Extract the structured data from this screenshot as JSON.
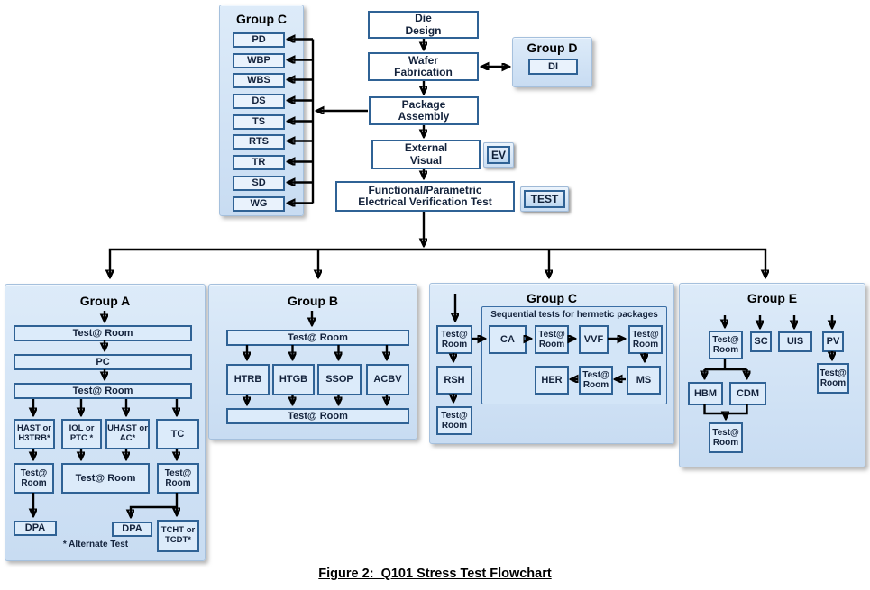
{
  "caption": "Figure 2:  Q101 Stress Test Flowchart",
  "colors": {
    "panel_fill": "#cfe2f5",
    "box_border": "#2f6295",
    "box_fill_light": "#dcebfa",
    "box_fill_white": "#ffffff",
    "arrow": "#000000",
    "text": "#13223b"
  },
  "top_group_c": {
    "title": "Group C",
    "items": [
      "PD",
      "WBP",
      "WBS",
      "DS",
      "TS",
      "RTS",
      "TR",
      "SD",
      "WG"
    ]
  },
  "main_flow": {
    "die_design": "Die\nDesign",
    "wafer_fabrication": "Wafer\nFabrication",
    "package_assembly": "Package\nAssembly",
    "external_visual": "External\nVisual",
    "electrical_test": "Functional/Parametric\nElectrical Verification Test"
  },
  "group_d": {
    "title": "Group D",
    "item": "DI"
  },
  "badges": {
    "ev": "EV",
    "test": "TEST"
  },
  "group_a": {
    "title": "Group A",
    "test_room_1": "Test@ Room",
    "pc": "PC",
    "test_room_2": "Test@ Room",
    "branches": [
      "HAST or\nH3TRB*",
      "IOL or\nPTC *",
      "UHAST or\nAC*",
      "TC"
    ],
    "test_room_left": "Test@\nRoom",
    "test_room_mid": "Test@ Room",
    "test_room_right": "Test@\nRoom",
    "dpa_left": "DPA",
    "dpa_right": "DPA",
    "tcht": "TCHT or\nTCDT*",
    "footnote": "* Alternate Test"
  },
  "group_b": {
    "title": "Group B",
    "test_room_top": "Test@ Room",
    "branches": [
      "HTRB",
      "HTGB",
      "SSOP",
      "ACBV"
    ],
    "test_room_bottom": "Test@ Room"
  },
  "group_c": {
    "title": "Group C",
    "sequential_title": "Sequential tests for hermetic packages",
    "test_room_in": "Test@\nRoom",
    "rsh": "RSH",
    "test_room_out": "Test@\nRoom",
    "ca": "CA",
    "test_room_1": "Test@\nRoom",
    "vvf": "VVF",
    "test_room_2": "Test@\nRoom",
    "ms": "MS",
    "test_room_3": "Test@\nRoom",
    "her": "HER"
  },
  "group_e": {
    "title": "Group E",
    "test_room_top": "Test@\nRoom",
    "sc": "SC",
    "uis": "UIS",
    "pv": "PV",
    "test_room_pv": "Test@\nRoom",
    "hbm": "HBM",
    "cdm": "CDM",
    "test_room_bottom": "Test@\nRoom"
  }
}
